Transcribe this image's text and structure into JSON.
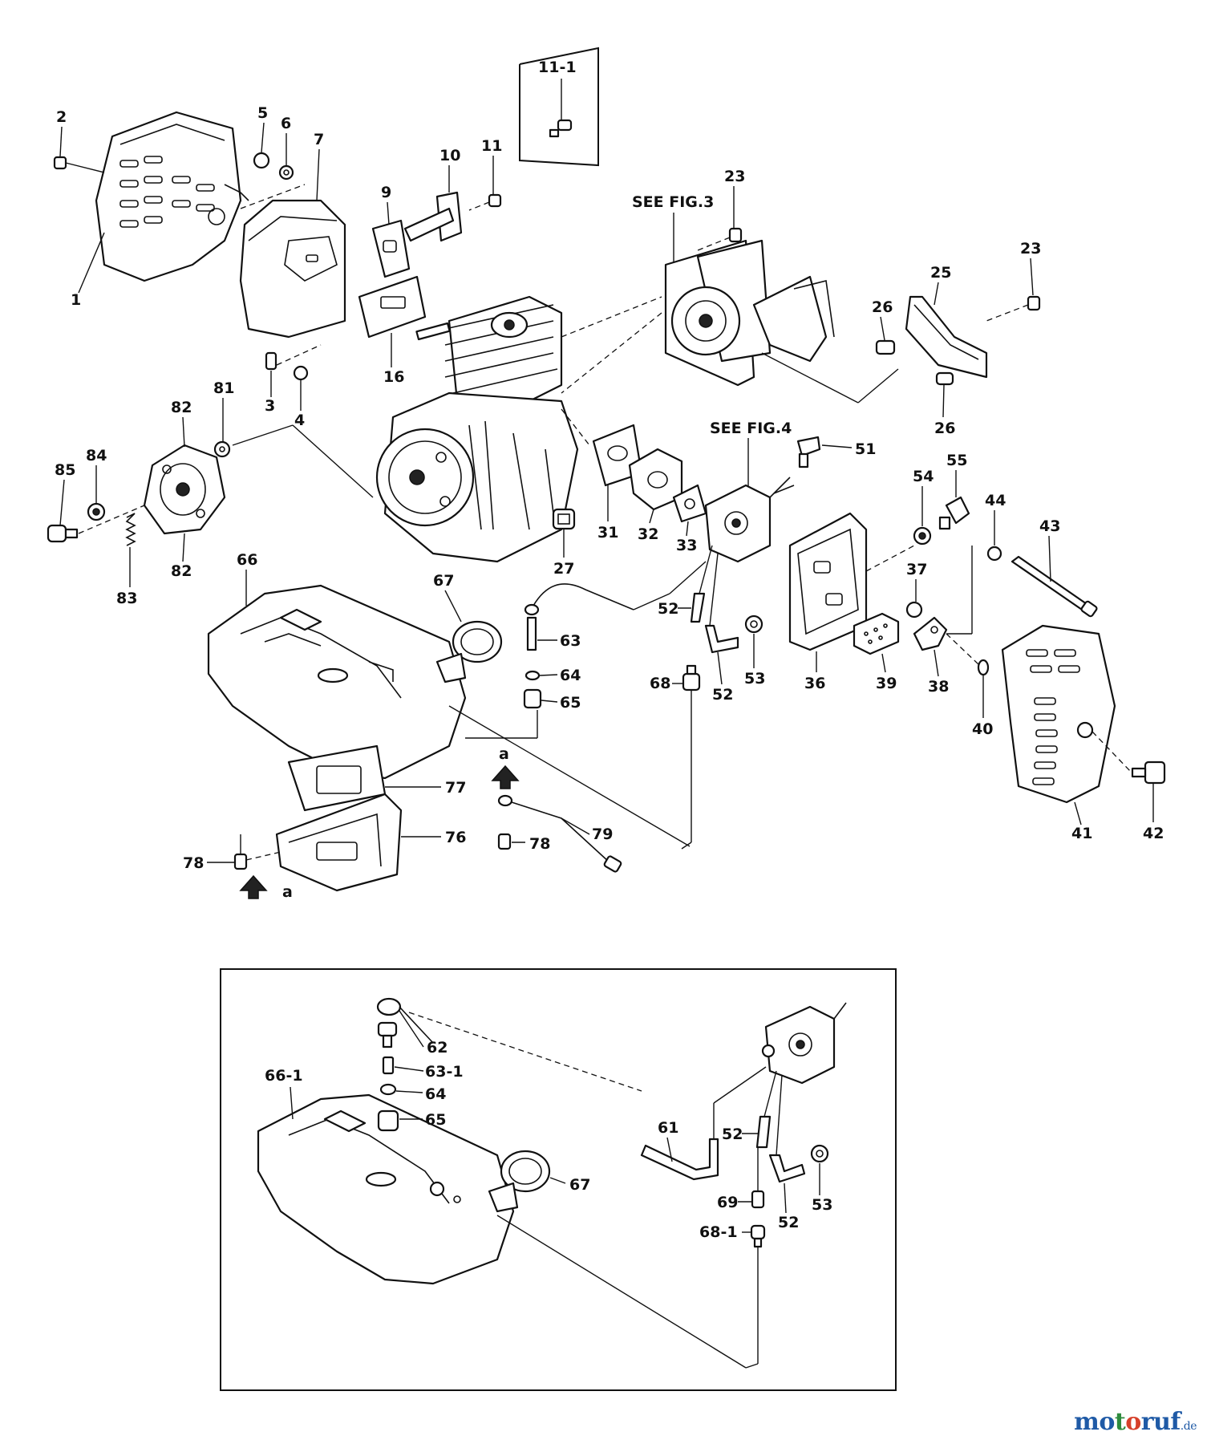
{
  "figure_refs": {
    "fig3": "SEE FIG.3",
    "fig4": "SEE FIG.4"
  },
  "parts": {
    "p1": "1",
    "p2": "2",
    "p3": "3",
    "p4": "4",
    "p5": "5",
    "p6": "6",
    "p7": "7",
    "p9": "9",
    "p10": "10",
    "p11": "11",
    "p11_1": "11-1",
    "p16": "16",
    "p23a": "23",
    "p23b": "23",
    "p25": "25",
    "p26a": "26",
    "p26b": "26",
    "p27": "27",
    "p31": "31",
    "p32": "32",
    "p33": "33",
    "p36": "36",
    "p37": "37",
    "p38": "38",
    "p39": "39",
    "p40": "40",
    "p41": "41",
    "p42": "42",
    "p43": "43",
    "p44": "44",
    "p51": "51",
    "p52a": "52",
    "p52b": "52",
    "p53": "53",
    "p54": "54",
    "p55": "55",
    "p63": "63",
    "p64": "64",
    "p65": "65",
    "p66": "66",
    "p67": "67",
    "p68": "68",
    "p76": "76",
    "p77": "77",
    "p78a": "78",
    "p78b": "78",
    "p79": "79",
    "p81": "81",
    "p82a": "82",
    "p82b": "82",
    "p83": "83",
    "p84": "84",
    "p85": "85",
    "arrow_a1": "a",
    "arrow_a2": "a"
  },
  "inset_parts": {
    "p61": "61",
    "p62": "62",
    "p63_1": "63-1",
    "p64": "64",
    "p65": "65",
    "p66_1": "66-1",
    "p67": "67",
    "p52a": "52",
    "p52b": "52",
    "p53": "53",
    "p68_1": "68-1",
    "p69": "69"
  },
  "watermark": {
    "brand_mo": "mo",
    "brand_t": "t",
    "brand_o": "o",
    "brand_ruf": "ruf",
    "suffix": ".de",
    "colors": [
      "#1f5aa6",
      "#2e8b3d",
      "#d6402a",
      "#1f5aa6"
    ]
  }
}
